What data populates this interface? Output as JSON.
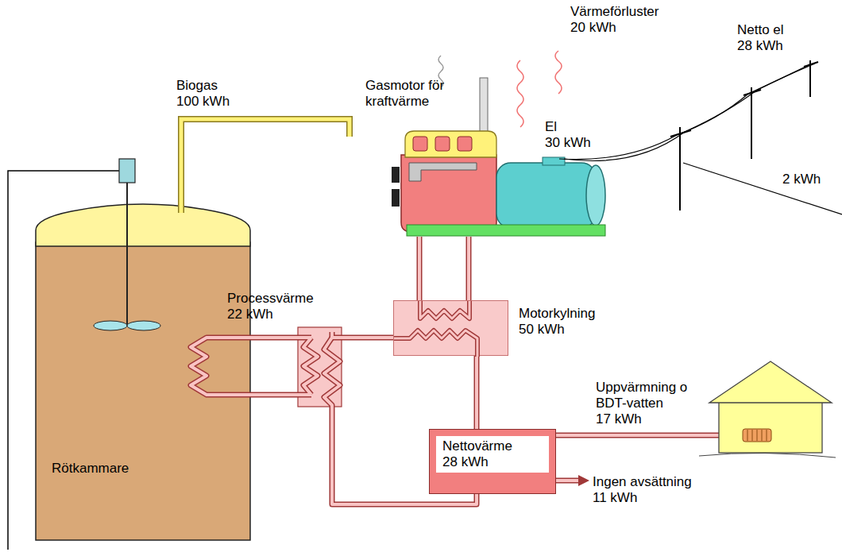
{
  "diagram": {
    "nodes": [
      {
        "text": [
          "Motorkylning",
          "50 kWh"
        ]
      },
      {
        "text": [
          "Nettovärme",
          "28 kWh"
        ]
      }
    ],
    "edges": [
      {
        "from": 0,
        "to": 1,
        "arrow": "none"
      }
    ],
    "labels": [
      "Värmeförluster",
      "20 kWh",
      "Netto el",
      "28 kWh",
      "Biogas",
      "100 kWh",
      "Gasmotor för kraftvärme",
      "El",
      "30 kWh",
      "2 kWh",
      "Processvärme",
      "22 kWh",
      "Uppvärmning o BDT-vatten",
      "17 kWh",
      "Rötkammare",
      "Ingen avsättning",
      "11 kWh"
    ]
  }
}
